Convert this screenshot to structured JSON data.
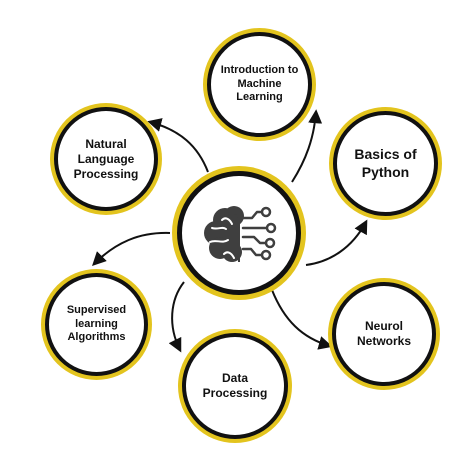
{
  "diagram": {
    "center": {
      "icon": "brain-circuit-icon"
    },
    "nodes": [
      {
        "id": "intro-ml",
        "label": "Introduction to Machine Learning"
      },
      {
        "id": "python",
        "label": "Basics of Python"
      },
      {
        "id": "neural",
        "label": "Neurol Networks"
      },
      {
        "id": "data",
        "label": "Data Processing"
      },
      {
        "id": "supervised",
        "label": "Supervised learning Algorithms"
      },
      {
        "id": "nlp",
        "label": "Natural Language Processing"
      }
    ],
    "colors": {
      "ring_outer": "#e3c41e",
      "ring_inner": "#111111",
      "text": "#111111",
      "icon": "#3f3f3f"
    }
  }
}
